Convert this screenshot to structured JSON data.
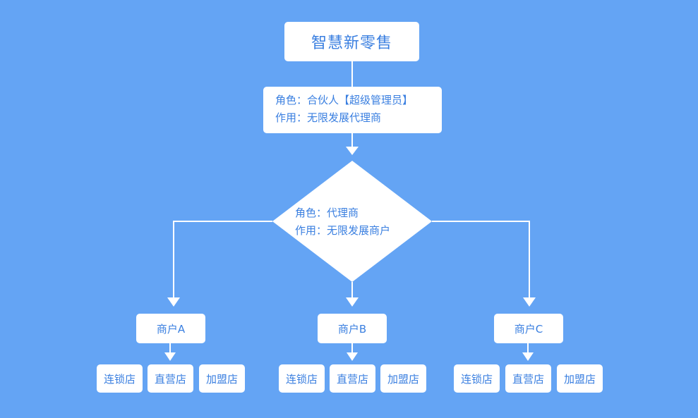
{
  "title": "智慧新零售",
  "partner": {
    "role_line": "角色：合伙人【超级管理员】",
    "duty_line": "作用：无限发展代理商"
  },
  "agent": {
    "role_line": "角色：代理商",
    "duty_line": "作用：无限发展商户"
  },
  "merchants": [
    {
      "label": "商户A",
      "stores": [
        "连锁店",
        "直营店",
        "加盟店"
      ]
    },
    {
      "label": "商户B",
      "stores": [
        "连锁店",
        "直营店",
        "加盟店"
      ]
    },
    {
      "label": "商户C",
      "stores": [
        "连锁店",
        "直营店",
        "加盟店"
      ]
    }
  ],
  "colors": {
    "background": "#64a4f4",
    "box": "#ffffff",
    "text": "#3a7fe0"
  }
}
